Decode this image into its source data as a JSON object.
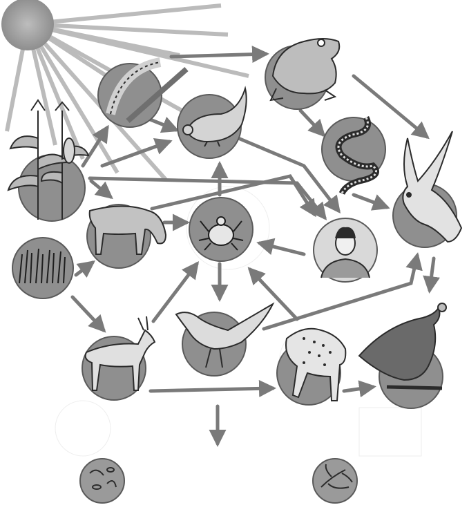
{
  "diagram": {
    "kind": "food-web",
    "printed_text": [],
    "colors": {
      "background": "#ffffff",
      "circle_fill": "#8f8f8f",
      "circle_stroke": "#5a5a5a",
      "arrow": "#7a7a7a",
      "sun": "#9a9a9a",
      "ink": "#2b2b2b"
    },
    "nodes": [
      {
        "id": "corn",
        "icon": "corn-plant-icon"
      },
      {
        "id": "grass",
        "icon": "grass-icon"
      },
      {
        "id": "caterpillar",
        "icon": "caterpillar-icon"
      },
      {
        "id": "hen",
        "icon": "hen-icon"
      },
      {
        "id": "frog",
        "icon": "frog-icon"
      },
      {
        "id": "snake",
        "icon": "snake-icon"
      },
      {
        "id": "eagle",
        "icon": "eagle-icon"
      },
      {
        "id": "cow",
        "icon": "cow-icon"
      },
      {
        "id": "mite",
        "icon": "mite-icon"
      },
      {
        "id": "human",
        "icon": "human-icon"
      },
      {
        "id": "deer",
        "icon": "deer-icon"
      },
      {
        "id": "bird",
        "icon": "bird-icon"
      },
      {
        "id": "cheetah",
        "icon": "cheetah-icon"
      },
      {
        "id": "vulture",
        "icon": "vulture-icon"
      },
      {
        "id": "bacteria",
        "icon": "bacteria-icon"
      },
      {
        "id": "fungi",
        "icon": "fungi-icon"
      }
    ],
    "links": [
      [
        "sun",
        "corn"
      ],
      [
        "corn",
        "caterpillar"
      ],
      [
        "corn",
        "hen"
      ],
      [
        "corn",
        "cow"
      ],
      [
        "corn",
        "human"
      ],
      [
        "caterpillar",
        "frog"
      ],
      [
        "caterpillar",
        "hen"
      ],
      [
        "frog",
        "snake"
      ],
      [
        "frog",
        "eagle"
      ],
      [
        "hen",
        "human"
      ],
      [
        "snake",
        "eagle"
      ],
      [
        "cow",
        "mite"
      ],
      [
        "cow",
        "human"
      ],
      [
        "mite",
        "hen"
      ],
      [
        "mite",
        "bird"
      ],
      [
        "human",
        "mite"
      ],
      [
        "grass",
        "cow"
      ],
      [
        "grass",
        "deer"
      ],
      [
        "deer",
        "mite"
      ],
      [
        "deer",
        "cheetah"
      ],
      [
        "cheetah",
        "mite"
      ],
      [
        "cheetah",
        "vulture"
      ],
      [
        "bird",
        "eagle"
      ],
      [
        "eagle",
        "vulture"
      ],
      [
        "web",
        "decomposers"
      ]
    ]
  }
}
